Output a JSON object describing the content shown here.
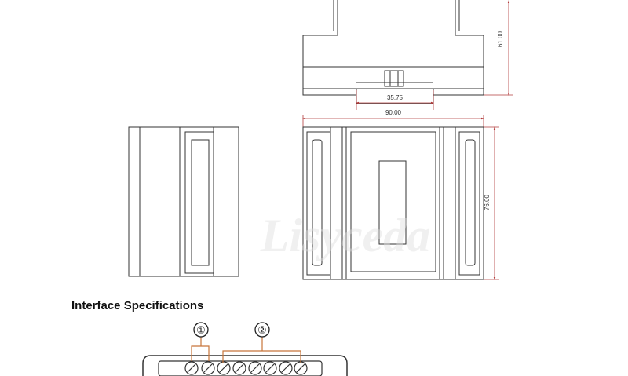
{
  "dimensions": {
    "top_width": "35.75",
    "top_height": "61.00",
    "front_width": "90.00",
    "front_height": "76.00"
  },
  "section_title": "Interface Specifications",
  "callouts": {
    "first": "①",
    "second": "②"
  },
  "watermark": "Lisyceda",
  "colors": {
    "dimension": "#b23b3b",
    "outline": "#333333",
    "callout": "#c8753a"
  }
}
